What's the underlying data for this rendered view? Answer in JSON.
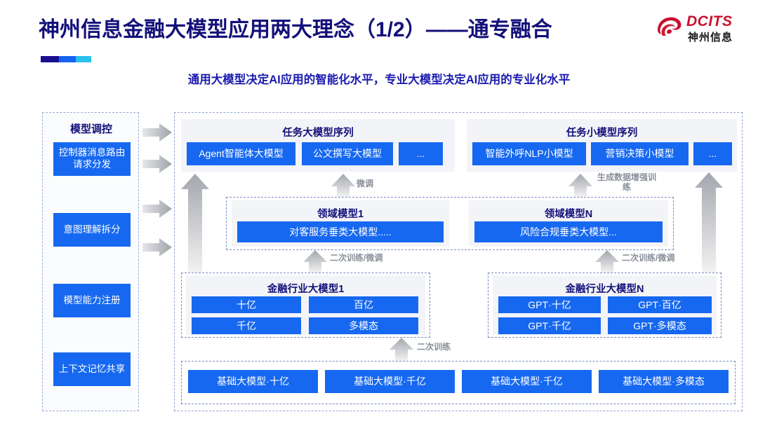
{
  "header": {
    "title": "神州信息金融大模型应用两大理念（1/2）——通专融合",
    "subtitle": "通用大模型决定AI应用的智能化水平，专业大模型决定AI应用的专业化水平",
    "logo_en": "DCITS",
    "logo_cn": "神州信息",
    "accent_colors": [
      "#1a0f8e",
      "#1464f0",
      "#29c1ee"
    ],
    "title_color": "#13107a",
    "subtitle_color": "#1c1cb0"
  },
  "colors": {
    "blue_box": "#1668f0",
    "panel_bg": "#f3f4f7",
    "dash_border": "#93a5d6",
    "arrow_gray": "#a9adb3",
    "label_gray": "#8a8f99"
  },
  "control_panel": {
    "title": "模型调控",
    "items": [
      {
        "label": "控制器消息路由请求分发"
      },
      {
        "label": "意图理解拆分"
      },
      {
        "label": "模型能力注册"
      },
      {
        "label": "上下文记忆共享"
      }
    ]
  },
  "task_large_models": {
    "title": "任务大模型序列",
    "items": [
      "Agent智能体大模型",
      "公文撰写大模型",
      "..."
    ]
  },
  "task_small_models": {
    "title": "任务小模型序列",
    "items": [
      "智能外呼NLP小模型",
      "营销决策小模型",
      "..."
    ]
  },
  "domain_models": [
    {
      "title": "领域模型1",
      "item": "对客服务垂类大模型....."
    },
    {
      "title": "领域模型N",
      "item": "风险合规垂类大模型..."
    }
  ],
  "industry_models": [
    {
      "title": "金融行业大模型1",
      "items": [
        "十亿",
        "百亿",
        "千亿",
        "多模态"
      ]
    },
    {
      "title": "金融行业大模型N",
      "items": [
        "GPT·十亿",
        "GPT·百亿",
        "GPT·千亿",
        "GPT·多模态"
      ]
    }
  ],
  "base_models": {
    "items": [
      "基础大模型·十亿",
      "基础大模型·千亿",
      "基础大模型·千亿",
      "基础大模型·多模态"
    ]
  },
  "arrow_labels": {
    "fine_tune": "微调",
    "data_aug": "生成数据增强训练",
    "retrain_finetune_left": "二次训练/微调",
    "retrain_finetune_right": "二次训练/微调",
    "retrain": "二次训练"
  }
}
